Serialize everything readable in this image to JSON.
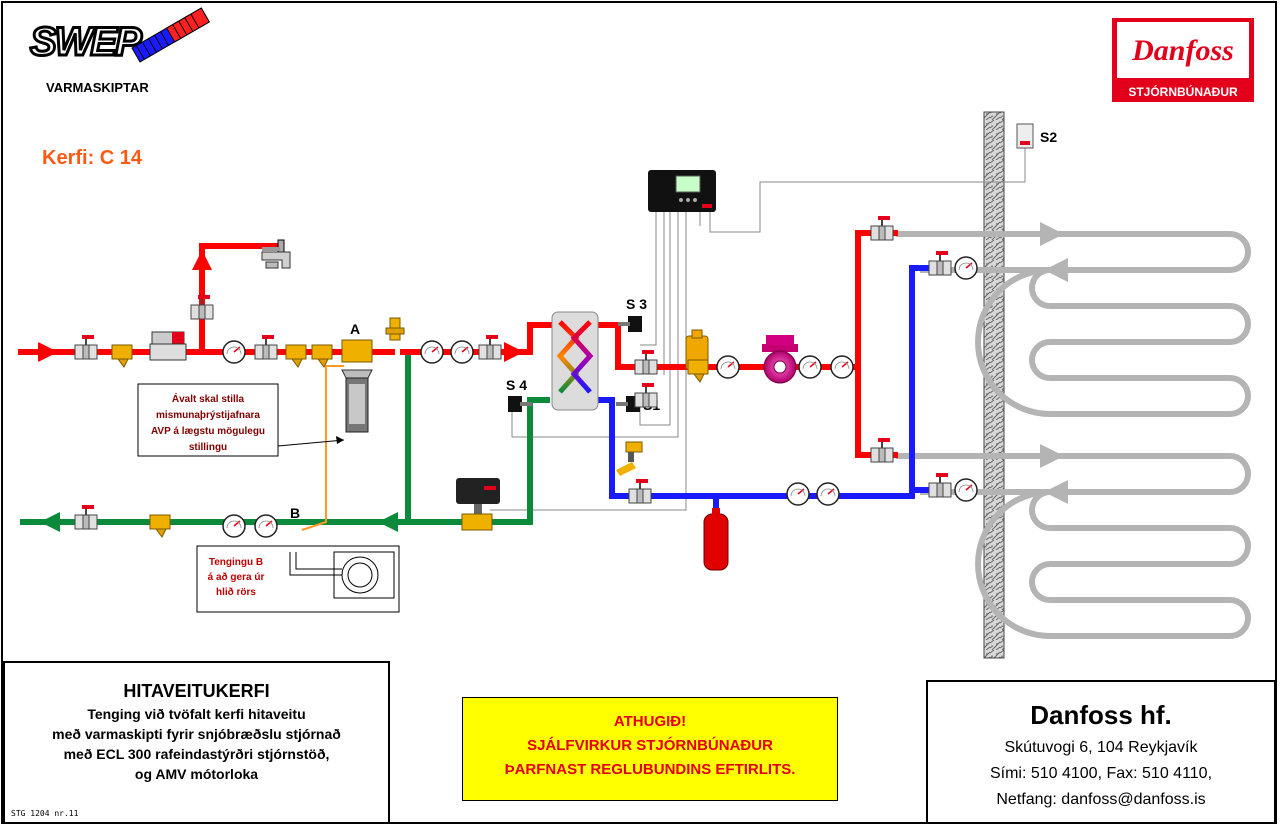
{
  "logo": {
    "brand": "SWEP",
    "subtitle": "VARMASKIPTAR"
  },
  "danfoss_logo": {
    "brand": "Danfoss",
    "subtitle": "STJÓRNBÚNAÐUR"
  },
  "system_title": "Kerfi: C 14",
  "labels": {
    "A": "A",
    "B": "B",
    "S1": "S1",
    "S2": "S2",
    "S3": "S 3",
    "S4": "S 4"
  },
  "note_avp": [
    "Ávalt skal stilla",
    "mismunaþrýstijafnara",
    "AVP á lægstu mögulegu",
    "stillingu"
  ],
  "note_b": [
    "Tengingu  B",
    "á að gera úr",
    "hlið  rörs"
  ],
  "info_box": {
    "title": "HITAVEITUKERFI",
    "lines": [
      "Tenging við tvöfalt kerfi hitaveitu",
      "með varmaskipti fyrir snjóbræðslu stjórnað",
      "með ECL 300 rafeindastýrðri stjórnstöð,",
      "og AMV mótorloka"
    ],
    "code": "STG 1204 nr.11"
  },
  "warning": {
    "lines": [
      "ATHUGIÐ!",
      "SJÁLFVIRKUR STJÓRNBÚNAÐUR",
      "ÞARFNAST REGLUBUNDINS EFTIRLITS."
    ]
  },
  "company": {
    "name": "Danfoss hf.",
    "address": "Skútuvogi 6,  104 Reykjavík",
    "phone": "Sími: 510 4100,  Fax: 510 4110,",
    "email": "Netfang: danfoss@danfoss.is"
  },
  "colors": {
    "supply": "#ff0000",
    "return": "#1a1aff",
    "primary_return": "#0a8a3a",
    "snow_loop": "#b4b4b4",
    "accent": "#ff5a14",
    "warning_bg": "#ffff00"
  },
  "icons": [
    "gauge-icon",
    "ball-valve-icon",
    "strainer-icon",
    "meter-icon",
    "tap-icon",
    "pump-icon",
    "expansion-tank-icon",
    "controller-icon",
    "motor-valve-icon",
    "heat-exchanger-icon",
    "temperature-sensor-icon"
  ]
}
